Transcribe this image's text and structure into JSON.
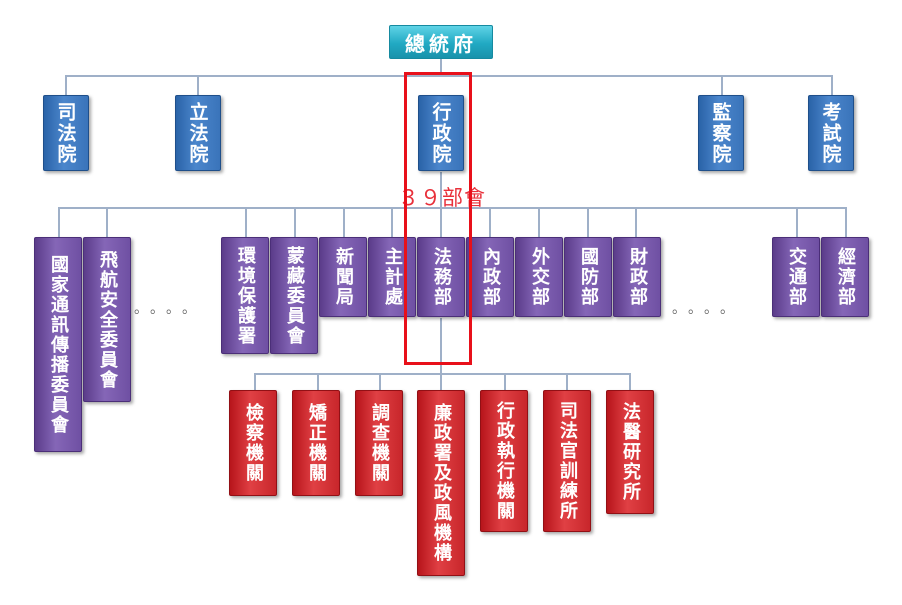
{
  "root": "總統府",
  "yuans": [
    {
      "id": "judicial",
      "label": "司法院"
    },
    {
      "id": "legislative",
      "label": "立法院"
    },
    {
      "id": "executive",
      "label": "行政院"
    },
    {
      "id": "control",
      "label": "監察院"
    },
    {
      "id": "exam",
      "label": "考試院"
    }
  ],
  "count_label": "３９部會",
  "ministries": [
    {
      "id": "ncc",
      "label": "國家通訊傳播委員會"
    },
    {
      "id": "aviation-safety",
      "label": "飛航安全委員會"
    },
    {
      "id": "epa",
      "label": "環境保護署"
    },
    {
      "id": "mtac",
      "label": "蒙藏委員會"
    },
    {
      "id": "gio",
      "label": "新聞局"
    },
    {
      "id": "dgbas",
      "label": "主計處"
    },
    {
      "id": "moj",
      "label": "法務部"
    },
    {
      "id": "moi",
      "label": "內政部"
    },
    {
      "id": "mofa",
      "label": "外交部"
    },
    {
      "id": "mnd",
      "label": "國防部"
    },
    {
      "id": "mof",
      "label": "財政部"
    },
    {
      "id": "motc",
      "label": "交通部"
    },
    {
      "id": "moea",
      "label": "經濟部"
    }
  ],
  "ellipsis": [
    "。。。。",
    "。。。。"
  ],
  "moj_agencies": [
    {
      "id": "prosecutors",
      "label": "檢察機關"
    },
    {
      "id": "corrections",
      "label": "矯正機關"
    },
    {
      "id": "investigation",
      "label": "調查機關"
    },
    {
      "id": "anti-corruption",
      "label": "廉政署及政風機構"
    },
    {
      "id": "enforcement",
      "label": "行政執行機關"
    },
    {
      "id": "judges-academy",
      "label": "司法官訓練所"
    },
    {
      "id": "forensic",
      "label": "法醫研究所"
    }
  ]
}
